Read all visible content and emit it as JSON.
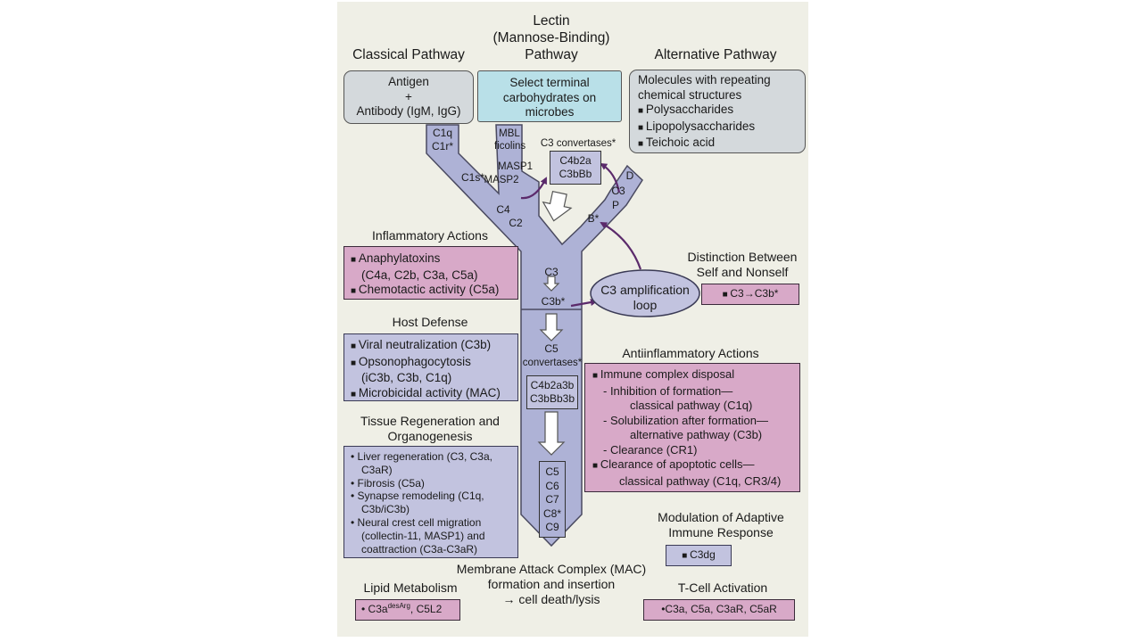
{
  "pathways": {
    "classical": {
      "title": "Classical Pathway",
      "trigger": [
        "Antigen",
        "+",
        "Antibody (IgM, IgG)"
      ]
    },
    "lectin": {
      "title": [
        "Lectin",
        "(Mannose-Binding)",
        "Pathway"
      ],
      "trigger": [
        "Select terminal",
        "carbohydrates on",
        "microbes"
      ]
    },
    "alternative": {
      "title": "Alternative Pathway",
      "trigger_intro": [
        "Molecules with repeating",
        "chemical structures"
      ],
      "items": [
        "Polysaccharides",
        "Lipopolysaccharides",
        "Teichoic acid"
      ]
    }
  },
  "trunk": {
    "c1": [
      "C1q",
      "C1r*",
      "C1s*"
    ],
    "mbl": [
      "MBL",
      "ficolins",
      "MASP1",
      "MASP2"
    ],
    "c4c2": [
      "C4",
      "C2"
    ],
    "alt_branch": [
      "D",
      "C3",
      "P",
      "B*"
    ],
    "c3_convertases_label": "C3 convertases*",
    "c3_convertases": [
      "C4b2a",
      "C3bBb"
    ],
    "c3": "C3",
    "c3b": "C3b*",
    "c5_label": [
      "C5",
      "convertases*"
    ],
    "c5_convertases": [
      "C4b2a3b",
      "C3bBb3b"
    ],
    "terminal": [
      "C5",
      "C6",
      "C7",
      "C8*",
      "C9"
    ]
  },
  "amplification": [
    "C3 amplification",
    "loop"
  ],
  "mac": [
    "Membrane Attack Complex (MAC)",
    "formation and insertion",
    "→ cell death/lysis"
  ],
  "panels": {
    "inflammatory": {
      "title": "Inflammatory Actions",
      "items": [
        "Anaphylatoxins",
        "(C4a, C2b, C3a, C5a)",
        "Chemotactic activity (C5a)"
      ]
    },
    "host_defense": {
      "title": "Host Defense",
      "items": [
        "Viral neutralization (C3b)",
        "Opsonophagocytosis",
        "(iC3b, C3b, C1q)",
        "Microbicidal activity (MAC)"
      ]
    },
    "tissue": {
      "title": [
        "Tissue Regeneration and",
        "Organogenesis"
      ],
      "items": [
        "Liver regeneration (C3, C3a,",
        "C3aR)",
        "Fibrosis (C5a)",
        "Synapse remodeling (C1q,",
        "C3b/iC3b)",
        "Neural crest cell migration",
        "(collectin-11, MASP1) and",
        "coattraction (C3a-C3aR)"
      ]
    },
    "lipid": {
      "title": "Lipid Metabolism",
      "item_base": "C3a",
      "item_sup": "desArg",
      "item_rest": ", C5L2"
    },
    "distinction": {
      "title": [
        "Distinction Between",
        "Self and Nonself"
      ],
      "item": "C3→C3b*"
    },
    "antiinflammatory": {
      "title": "Antiinflammatory Actions",
      "items": [
        "Immune complex disposal",
        "- Inhibition of formation—",
        "classical pathway (C1q)",
        "- Solubilization after formation—",
        "alternative pathway (C3b)",
        "- Clearance (CR1)",
        "Clearance of apoptotic cells—",
        "classical pathway (C1q, CR3/4)"
      ]
    },
    "adaptive": {
      "title": [
        "Modulation of Adaptive",
        "Immune Response"
      ],
      "item": "C3dg"
    },
    "tcell": {
      "title": "T-Cell Activation",
      "item": "C3a, C5a, C3aR, C5aR"
    }
  },
  "colors": {
    "trunk": "#aeb2d6",
    "pink": "#d8a9c8",
    "blue": "#c2c3df",
    "cyan": "#b9e0e8",
    "gray": "#d4d9dc",
    "arrow": "#5b2a6b"
  }
}
